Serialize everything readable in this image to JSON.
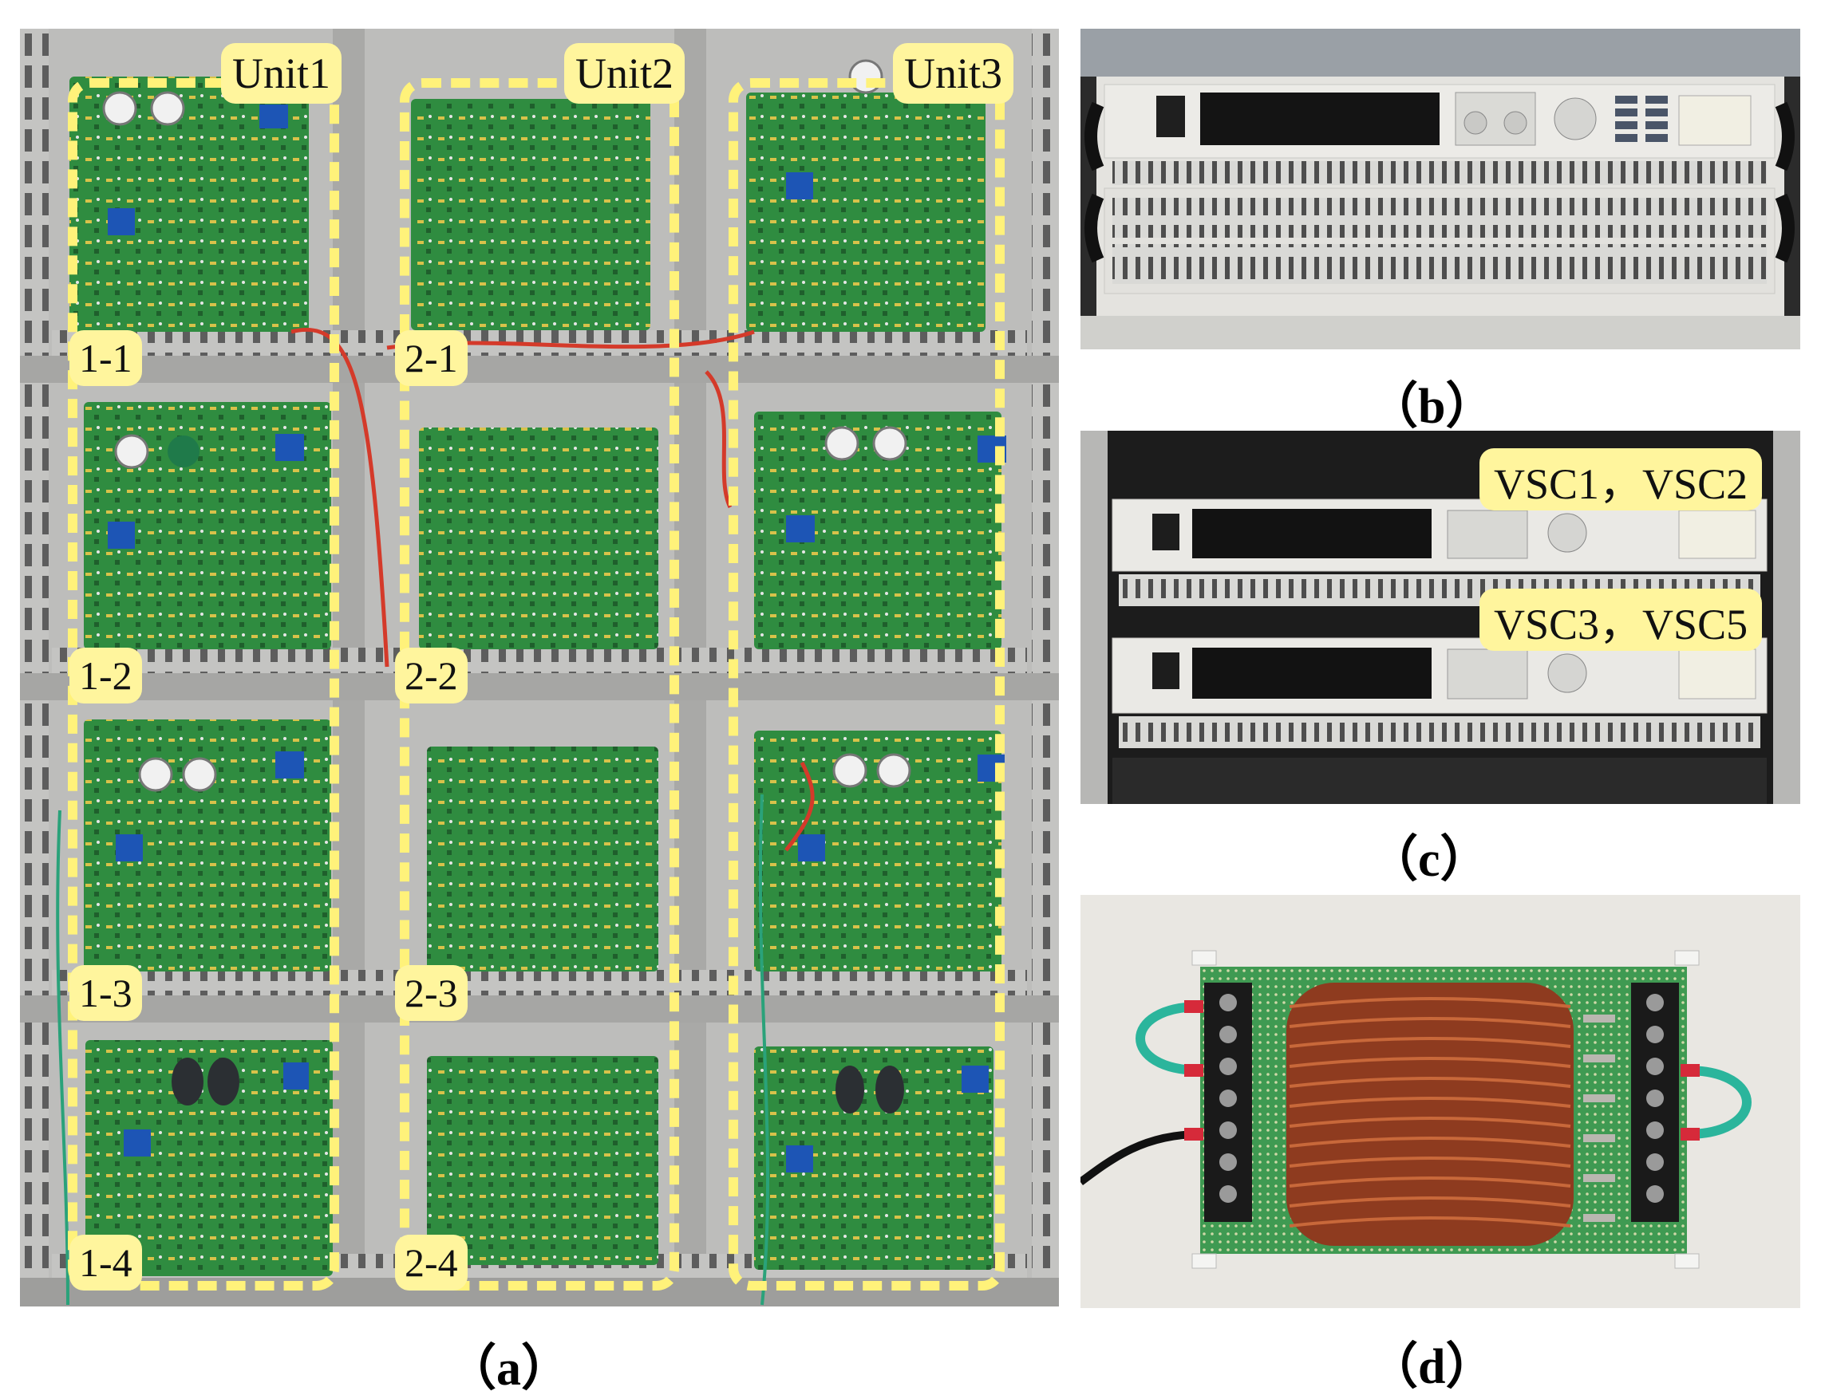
{
  "panel_a": {
    "caption": "（a）",
    "units": [
      "Unit1",
      "Unit2",
      "Unit3"
    ],
    "module_labels": [
      [
        "1-1",
        "1-2",
        "1-3",
        "1-4"
      ],
      [
        "2-1",
        "2-2",
        "2-3",
        "2-4"
      ]
    ],
    "colors": {
      "highlight_box": "#fff27a",
      "label_bg": "#fff59d",
      "pcb_green": "#2e8a3e",
      "cabinet_gray": "#b7b7b5"
    }
  },
  "panel_b": {
    "caption": "（b）"
  },
  "panel_c": {
    "caption": "（c）",
    "labels": [
      "VSC1，VSC2",
      "VSC3，VSC5"
    ]
  },
  "panel_d": {
    "caption": "（d）"
  }
}
